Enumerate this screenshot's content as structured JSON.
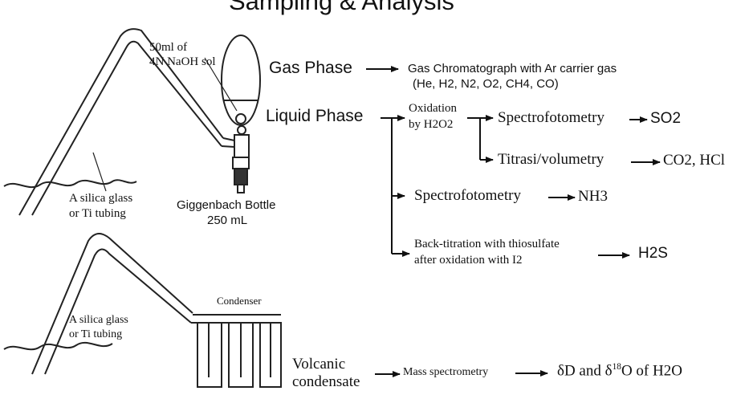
{
  "title": "Sampling & Analysis",
  "apparatus": {
    "naoh_line1": "50ml of",
    "naoh_line2": "4N NaOH sol",
    "tubing_top_line1": "A silica glass",
    "tubing_top_line2": "or Ti tubing",
    "bottle_line1": "Giggenbach Bottle",
    "bottle_line2": "250 mL",
    "tubing_bottom_line1": "A silica glass",
    "tubing_bottom_line2": "or Ti tubing",
    "condenser": "Condenser"
  },
  "gas_phase": {
    "label": "Gas Phase",
    "method_line1": "Gas Chromatograph with Ar carrier gas",
    "method_line2": "(He, H2, N2, O2, CH4, CO)"
  },
  "liquid_phase": {
    "label": "Liquid Phase",
    "oxidation_line1": "Oxidation",
    "oxidation_line2": "by H2O2",
    "spectro1": "Spectrofotometry",
    "spectro1_result": "SO2",
    "titrasi": "Titrasi/volumetry",
    "titrasi_result": "CO2, HCl",
    "spectro2": "Spectrofotometry",
    "spectro2_result": "NH3",
    "back_line1": "Back-titration with thiosulfate",
    "back_line2": "after oxidation with I2",
    "back_result": "H2S"
  },
  "condensate": {
    "label_line1": "Volcanic",
    "label_line2": "condensate",
    "method": "Mass spectrometry",
    "result_delta1": "δD and δ",
    "result_sup": "18",
    "result_rest": "O of H2O"
  },
  "colors": {
    "ink": "#111111",
    "background": "#ffffff"
  }
}
